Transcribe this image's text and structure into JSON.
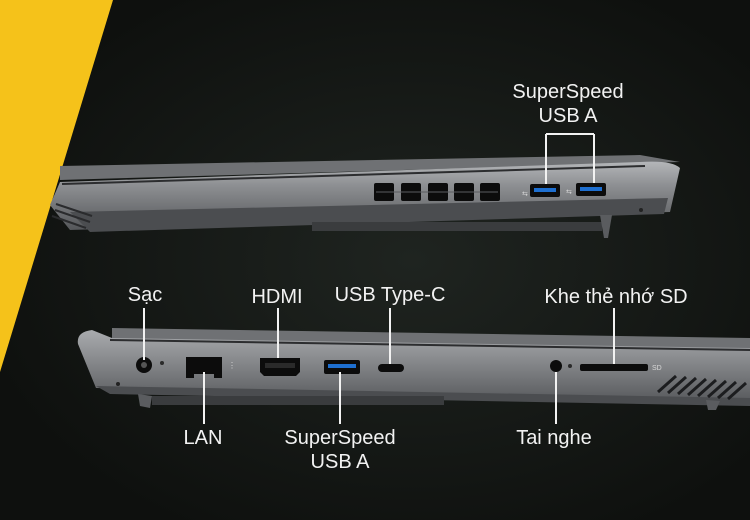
{
  "colors": {
    "background": "#111412",
    "accent_yellow": "#f5c21a",
    "laptop_body": "#8f9194",
    "port_black": "#0c0c0c",
    "label_text": "#f2f2f2"
  },
  "top_view": {
    "label_usb_a_line1": "SuperSpeed",
    "label_usb_a_line2": "USB A"
  },
  "bottom_view": {
    "label_charging": "Sạc",
    "label_hdmi": "HDMI",
    "label_usb_c": "USB Type-C",
    "label_sd_slot": "Khe thẻ nhớ SD",
    "label_lan": "LAN",
    "label_usb_a_line1": "SuperSpeed",
    "label_usb_a_line2": "USB A",
    "label_headphone": "Tai nghe"
  }
}
